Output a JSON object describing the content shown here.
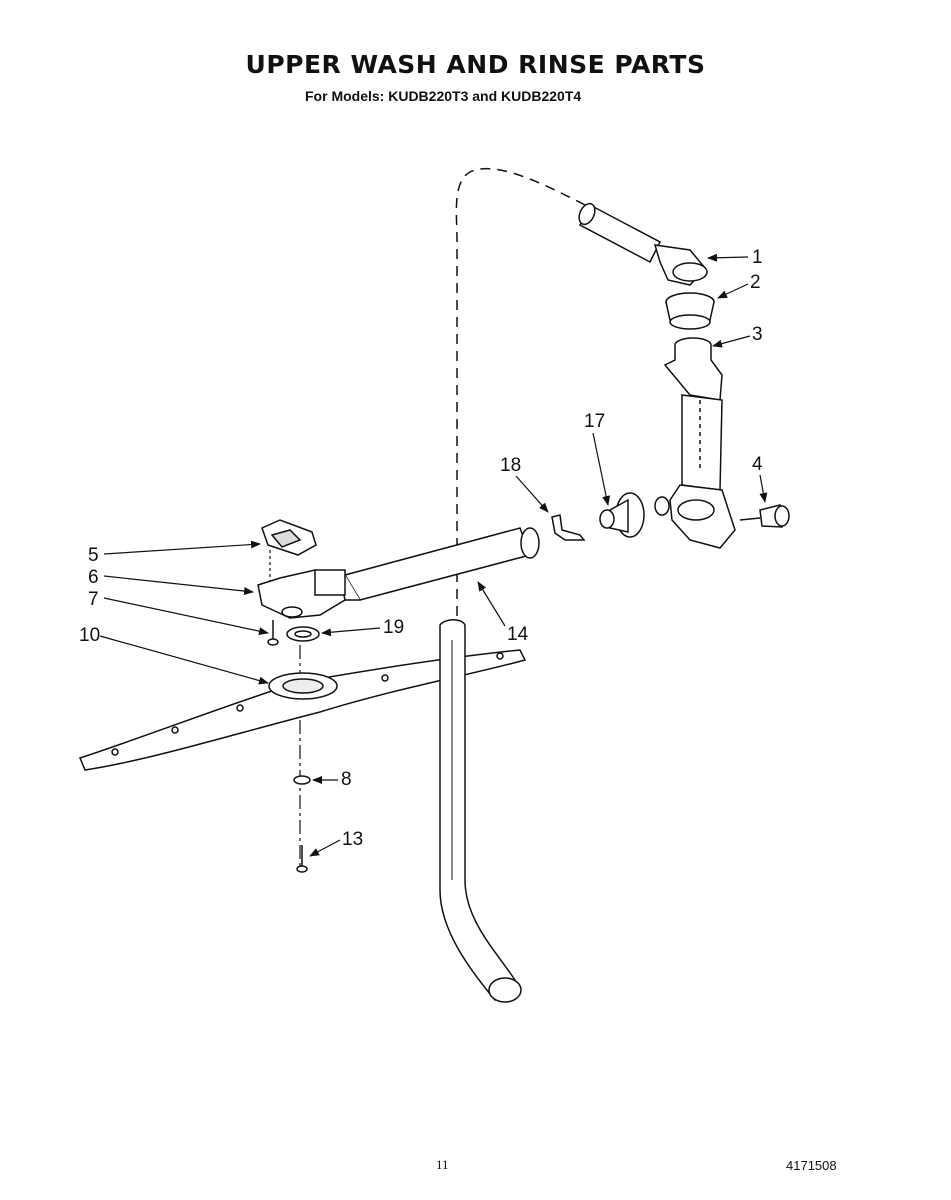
{
  "page": {
    "title": "UPPER WASH AND RINSE PARTS",
    "subtitle": "For Models: KUDB220T3 and KUDB220T4",
    "page_number": "11",
    "doc_code": "4171508"
  },
  "callouts": [
    "1",
    "2",
    "3",
    "4",
    "5",
    "6",
    "7",
    "10",
    "17",
    "18",
    "19",
    "14",
    "8",
    "13"
  ]
}
